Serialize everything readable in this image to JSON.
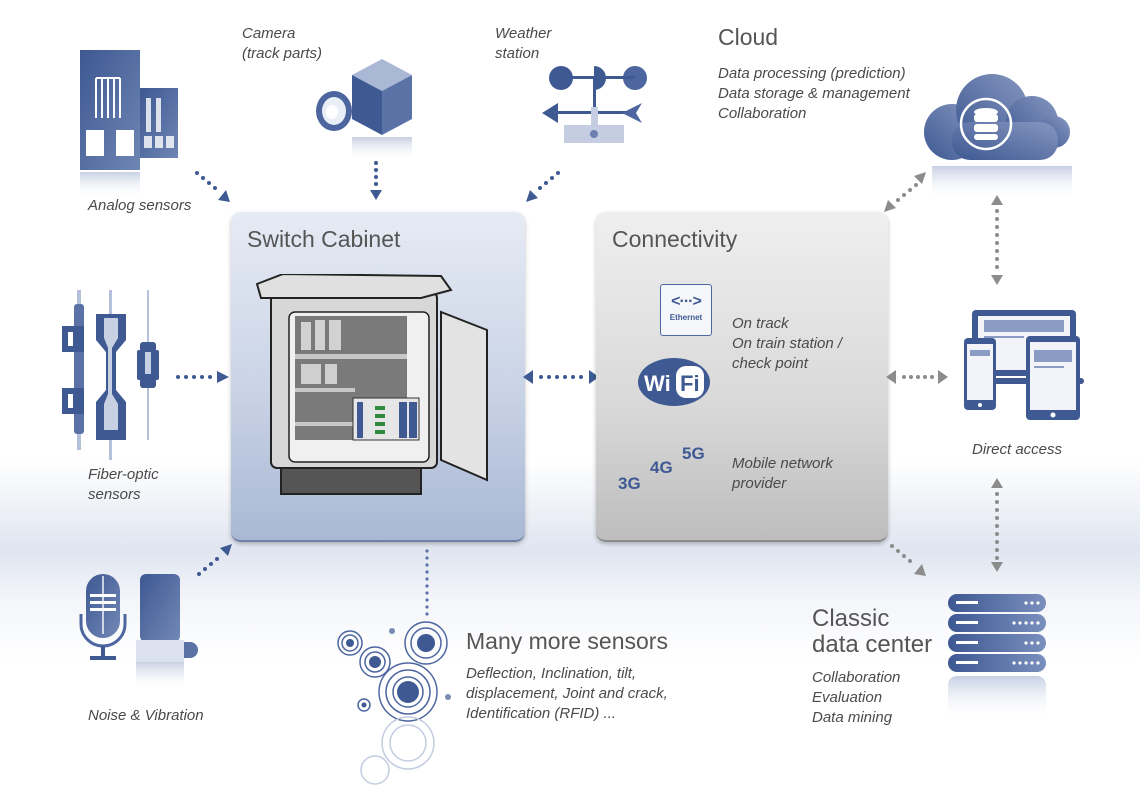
{
  "colors": {
    "accent_blue": "#3f5a93",
    "arrow_gray": "#8c8c8c",
    "text": "#4a4a4a"
  },
  "sensors": {
    "analog": {
      "label": "Analog sensors",
      "icon": "strain-gauge-icon"
    },
    "camera": {
      "label_lines": [
        "Camera",
        "(track parts)"
      ],
      "icon": "camera-icon"
    },
    "weather": {
      "label_lines": [
        "Weather",
        "station"
      ],
      "icon": "weather-station-icon"
    },
    "fiber": {
      "label_lines": [
        "Fiber-optic",
        "sensors"
      ],
      "icon": "fiber-optic-sensor-icon"
    },
    "noise": {
      "label": "Noise & Vibration",
      "icon": "microphone-icon"
    },
    "many": {
      "title": "Many more sensors",
      "lines": [
        "Deflection, Inclination, tilt,",
        "displacement, Joint and crack,",
        "Identification (RFID) ..."
      ],
      "icon": "radio-waves-icon"
    }
  },
  "cabinet": {
    "title": "Switch Cabinet",
    "icon": "switch-cabinet-icon"
  },
  "connectivity": {
    "title": "Connectivity",
    "ethernet_label": "Ethernet",
    "wifi_label": [
      "Wi",
      "Fi"
    ],
    "wired_lines": [
      "On track",
      "On train station /",
      "check point"
    ],
    "mobile_badges": [
      "3G",
      "4G",
      "5G"
    ],
    "mobile_lines": [
      "Mobile network",
      "provider"
    ]
  },
  "cloud": {
    "title": "Cloud",
    "lines": [
      "Data processing (prediction)",
      "Data storage & management",
      "Collaboration"
    ],
    "icon": "cloud-database-icon"
  },
  "direct_access": {
    "label": "Direct access",
    "icon": "devices-icon"
  },
  "datacenter": {
    "title_lines": [
      "Classic",
      "data center"
    ],
    "lines": [
      "Collaboration",
      "Evaluation",
      "Data mining"
    ],
    "icon": "server-rack-icon"
  }
}
